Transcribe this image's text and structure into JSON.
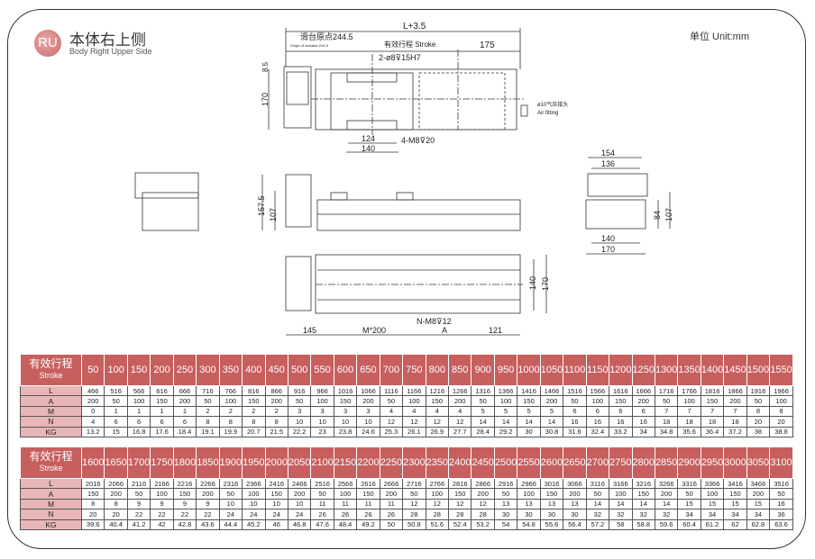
{
  "header": {
    "logo": "RU",
    "title": "本体右上侧",
    "subtitle": "Body Right Upper Side",
    "unit": "单位 Unit:mm"
  },
  "drawing": {
    "top_view": {
      "overall": "L+3.5",
      "origin_cn": "滑台原点244.5",
      "origin_en": "Origin of actuator:244.5",
      "stroke": "有效行程 Stroke",
      "d175": "175",
      "pin_holes": "2-ø8⊽15H7",
      "tapped_holes": "4-M8⊽20",
      "d124": "124",
      "d140": "140",
      "d170": "170",
      "d8_5": "8.5",
      "air_cn": "ø10气压接头",
      "air_en": "Air fitting"
    },
    "side_view": {
      "d157_5": "157.5",
      "d107": "107"
    },
    "bottom_view": {
      "d140": "140",
      "d170": "170",
      "d145": "145",
      "m200": "M*200",
      "a": "A",
      "d121": "121",
      "holes": "N-M8⊽12"
    },
    "end_view": {
      "d154": "154",
      "d136": "136",
      "d84": "84",
      "d107": "107",
      "d140": "140",
      "d170": "170"
    }
  },
  "tables": [
    {
      "header_cn": "有效行程",
      "header_en": "Stroke",
      "stroke": [
        50,
        100,
        150,
        200,
        250,
        300,
        350,
        400,
        450,
        500,
        550,
        600,
        650,
        700,
        750,
        800,
        850,
        900,
        950,
        1000,
        1050,
        1100,
        1150,
        1200,
        1250,
        1300,
        1350,
        1400,
        1450,
        1500,
        1550
      ],
      "rows": [
        {
          "label": "L",
          "values": [
            466,
            516,
            566,
            616,
            666,
            716,
            766,
            816,
            866,
            916,
            966,
            1016,
            1066,
            1116,
            1166,
            1216,
            1266,
            1316,
            1366,
            1416,
            1466,
            1516,
            1566,
            1616,
            1666,
            1716,
            1766,
            1816,
            1866,
            1916,
            1966
          ]
        },
        {
          "label": "A",
          "values": [
            200,
            50,
            100,
            150,
            200,
            50,
            100,
            150,
            200,
            50,
            100,
            150,
            200,
            50,
            100,
            150,
            200,
            50,
            100,
            150,
            200,
            50,
            100,
            150,
            200,
            50,
            100,
            150,
            200,
            50,
            100
          ]
        },
        {
          "label": "M",
          "values": [
            0,
            1,
            1,
            1,
            1,
            2,
            2,
            2,
            2,
            3,
            3,
            3,
            3,
            4,
            4,
            4,
            4,
            5,
            5,
            5,
            5,
            6,
            6,
            6,
            6,
            7,
            7,
            7,
            7,
            8,
            8
          ]
        },
        {
          "label": "N",
          "values": [
            4,
            6,
            6,
            6,
            6,
            8,
            8,
            8,
            8,
            10,
            10,
            10,
            10,
            12,
            12,
            12,
            12,
            14,
            14,
            14,
            14,
            16,
            16,
            16,
            16,
            18,
            18,
            18,
            18,
            20,
            20
          ]
        },
        {
          "label": "KG",
          "values": [
            13.2,
            15,
            16.8,
            17.6,
            18.4,
            19.1,
            19.9,
            20.7,
            21.5,
            22.2,
            23,
            23.8,
            24.6,
            25.3,
            26.1,
            26.9,
            27.7,
            28.4,
            29.2,
            30,
            30.8,
            31.6,
            32.4,
            33.2,
            34,
            34.8,
            35.6,
            36.4,
            37.2,
            38,
            38.8
          ]
        }
      ]
    },
    {
      "header_cn": "有效行程",
      "header_en": "Stroke",
      "stroke": [
        1600,
        1650,
        1700,
        1750,
        1800,
        1850,
        1900,
        1950,
        2000,
        2050,
        2100,
        2150,
        2200,
        2250,
        2300,
        2350,
        2400,
        2450,
        2500,
        2550,
        2600,
        2650,
        2700,
        2750,
        2800,
        2850,
        2900,
        2950,
        3000,
        3050,
        3100
      ],
      "rows": [
        {
          "label": "L",
          "values": [
            2016,
            2066,
            2116,
            2166,
            2216,
            2266,
            2316,
            2366,
            2416,
            2466,
            2516,
            2566,
            2616,
            2666,
            2716,
            2766,
            2816,
            2866,
            2916,
            2966,
            3016,
            3066,
            3116,
            3166,
            3216,
            3266,
            3316,
            3366,
            3416,
            3466,
            3516
          ]
        },
        {
          "label": "A",
          "values": [
            150,
            200,
            50,
            100,
            150,
            200,
            50,
            100,
            150,
            200,
            50,
            100,
            150,
            200,
            50,
            100,
            150,
            200,
            50,
            100,
            150,
            200,
            50,
            100,
            150,
            200,
            50,
            100,
            150,
            200,
            50
          ]
        },
        {
          "label": "M",
          "values": [
            8,
            8,
            9,
            9,
            9,
            9,
            10,
            10,
            10,
            10,
            11,
            11,
            11,
            11,
            12,
            12,
            12,
            12,
            13,
            13,
            13,
            13,
            14,
            14,
            14,
            14,
            15,
            15,
            15,
            15,
            16
          ]
        },
        {
          "label": "N",
          "values": [
            20,
            20,
            22,
            22,
            22,
            22,
            24,
            24,
            24,
            24,
            26,
            26,
            26,
            26,
            28,
            28,
            28,
            28,
            30,
            30,
            30,
            30,
            32,
            32,
            32,
            32,
            34,
            34,
            34,
            34,
            36
          ]
        },
        {
          "label": "KG",
          "values": [
            39.6,
            40.4,
            41.2,
            42,
            42.8,
            43.6,
            44.4,
            45.2,
            46,
            46.8,
            47.6,
            48.4,
            49.2,
            50,
            50.8,
            51.6,
            52.4,
            53.2,
            54,
            54.8,
            55.6,
            56.4,
            57.2,
            58,
            58.8,
            59.6,
            60.4,
            61.2,
            62,
            62.8,
            63.6
          ]
        }
      ]
    }
  ],
  "colors": {
    "header_bg": "#c75f5f",
    "label_bg": "#e8b6b6"
  }
}
